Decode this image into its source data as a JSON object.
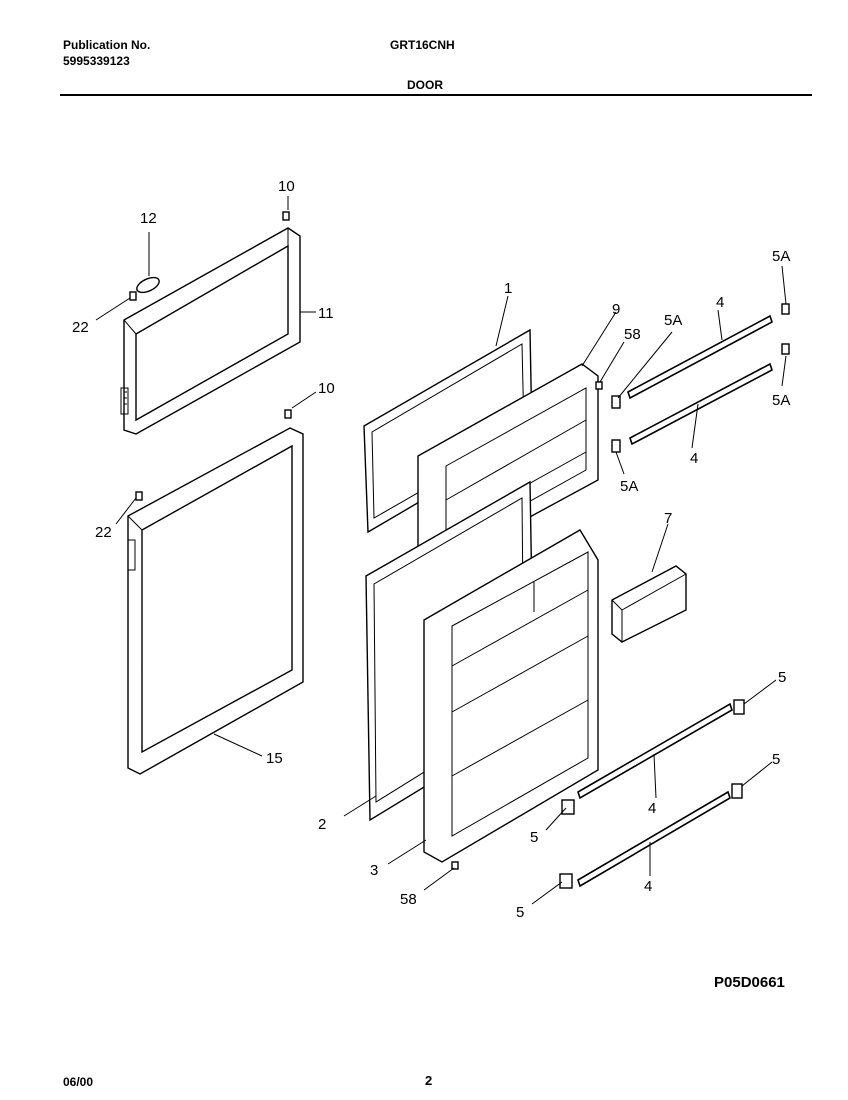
{
  "header": {
    "publication_label": "Publication No.",
    "publication_number": "5995339123",
    "model": "GRT16CNH",
    "section": "DOOR"
  },
  "footer": {
    "date": "06/00",
    "page": "2",
    "diagram_code": "P05D0661"
  },
  "callouts": {
    "c1": "1",
    "c2": "2",
    "c3": "3",
    "c4a": "4",
    "c4b": "4",
    "c4c": "4",
    "c4d": "4",
    "c5a": "5",
    "c5b": "5",
    "c5c": "5",
    "c5d": "5",
    "c5Aa": "5A",
    "c5Ab": "5A",
    "c5Ac": "5A",
    "c5Ad": "5A",
    "c7": "7",
    "c9": "9",
    "c10a": "10",
    "c10b": "10",
    "c11": "11",
    "c12": "12",
    "c15": "15",
    "c22a": "22",
    "c22b": "22",
    "c58a": "58",
    "c58b": "58"
  }
}
